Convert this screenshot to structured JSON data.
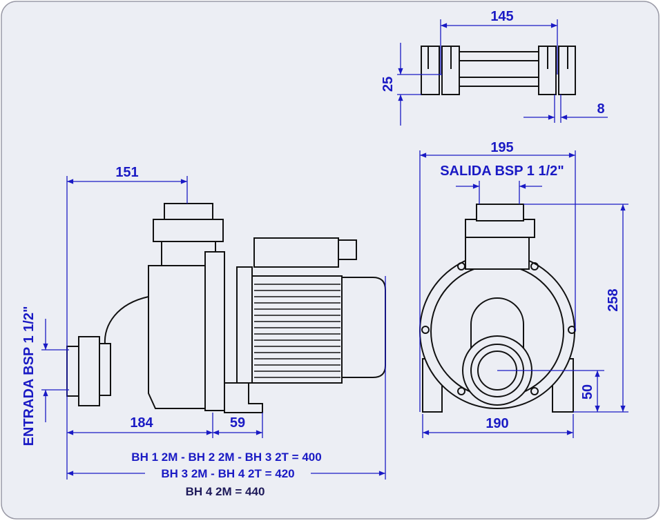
{
  "colors": {
    "background": "#eceef4",
    "dimension": "#1a1ac4",
    "note_dark": "#1e1a5a",
    "outline": "#111111"
  },
  "plan_view": {
    "width": "145",
    "height": "25",
    "slot": "8"
  },
  "front_view": {
    "overall_width": "195",
    "outlet_label": "SALIDA BSP 1 1/2\"",
    "height": "258",
    "axis_height": "50",
    "base_width": "190"
  },
  "side_view": {
    "outlet_offset": "151",
    "inlet_label": "ENTRADA BSP 1 1/2\"",
    "inlet_to_flange": "184",
    "foot": "59"
  },
  "lengths": [
    "BH 1 2M - BH 2 2M - BH 3 2T = 400",
    "BH 3 2M - BH 4 2T = 420",
    "BH 4 2M = 440"
  ]
}
